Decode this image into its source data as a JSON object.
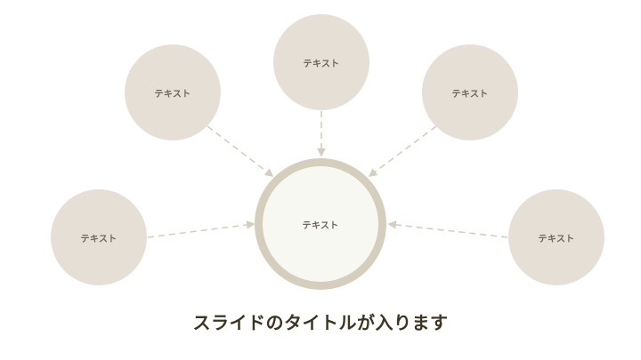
{
  "diagram": {
    "type": "hub-and-spoke",
    "center": {
      "label": "テキスト"
    },
    "nodes": [
      {
        "id": "left",
        "label": "テキスト"
      },
      {
        "id": "upper-left",
        "label": "テキスト"
      },
      {
        "id": "top",
        "label": "テキスト"
      },
      {
        "id": "upper-right",
        "label": "テキスト"
      },
      {
        "id": "right",
        "label": "テキスト"
      }
    ],
    "edges": [
      {
        "from": "left",
        "to": "center",
        "style": "dashed-arrow"
      },
      {
        "from": "upper-left",
        "to": "center",
        "style": "dashed-arrow"
      },
      {
        "from": "top",
        "to": "center",
        "style": "dashed-arrow"
      },
      {
        "from": "upper-right",
        "to": "center",
        "style": "dashed-arrow"
      },
      {
        "from": "right",
        "to": "center",
        "style": "dashed-arrow"
      }
    ]
  },
  "slide": {
    "title": "スライドのタイトルが入ります"
  },
  "colors": {
    "outer_node_fill": "#e6dfd5",
    "center_fill": "#f8f8f3",
    "center_ring": "#d6cebd",
    "connector": "#d6cebd",
    "node_text": "#6e675f",
    "title_text": "#3d3520"
  }
}
